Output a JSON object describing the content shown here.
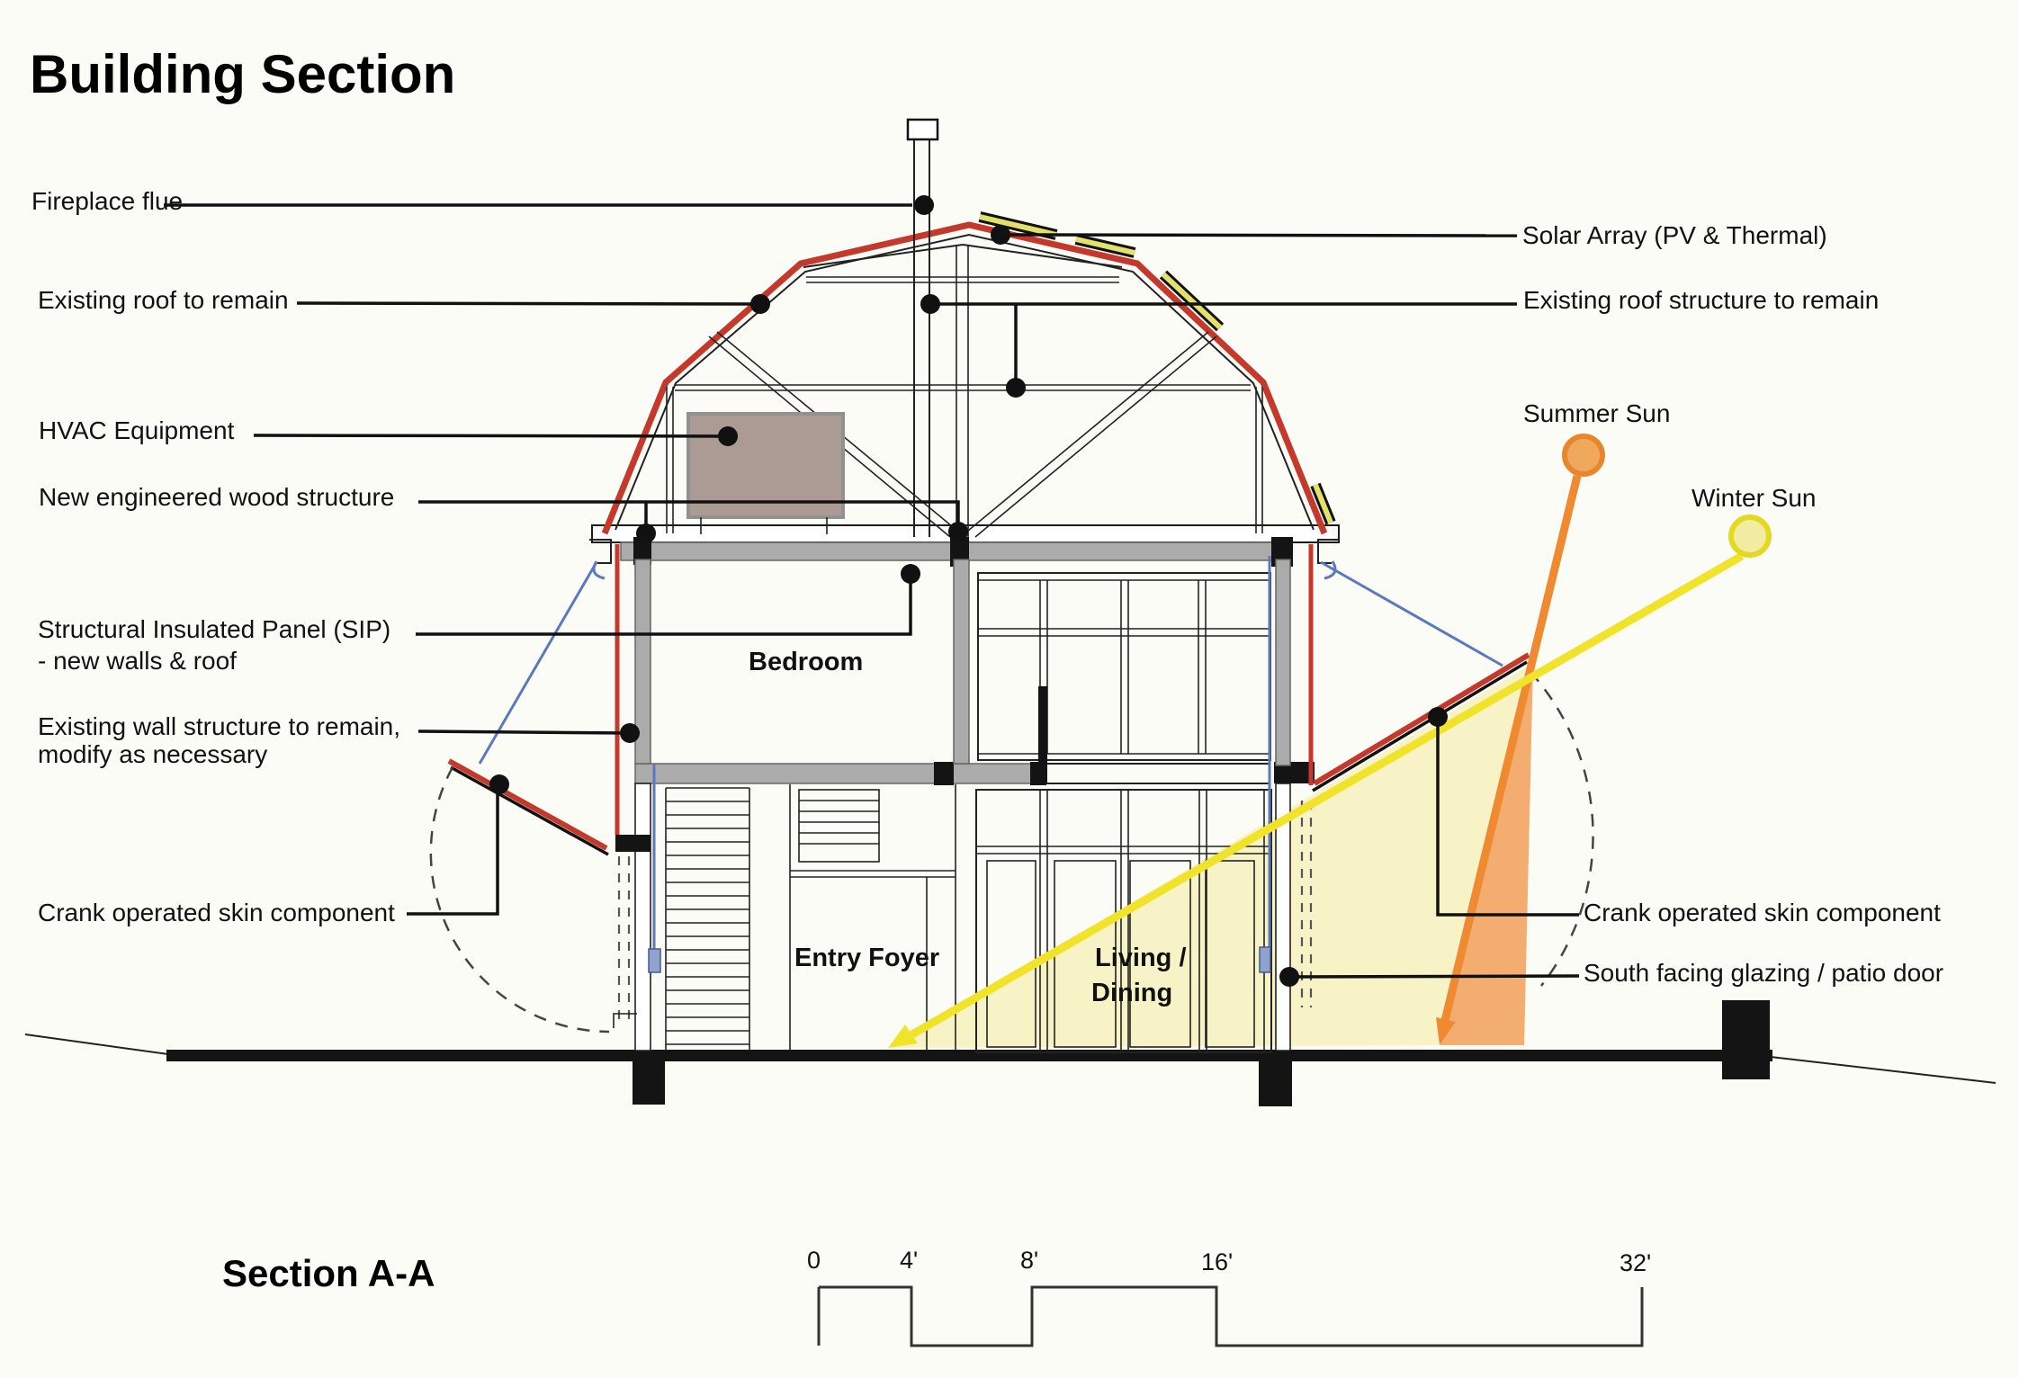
{
  "title": "Building Section",
  "drawing_name": "Section A-A",
  "labels": {
    "fireplace_flue": "Fireplace flue",
    "existing_roof": "Existing roof to remain",
    "hvac": "HVAC Equipment",
    "new_wood": "New engineered wood structure",
    "sip_1": "Structural Insulated Panel (SIP)",
    "sip_2": "- new walls & roof",
    "existing_wall_1": "Existing wall structure to remain,",
    "existing_wall_2": "modify as necessary",
    "crank_left": "Crank operated skin component",
    "solar_array": "Solar Array (PV & Thermal)",
    "existing_roof_structure": "Existing roof structure to remain",
    "summer_sun": "Summer Sun",
    "winter_sun": "Winter Sun",
    "crank_right": "Crank operated skin component",
    "south_glazing": "South facing glazing / patio door"
  },
  "rooms": {
    "bedroom": "Bedroom",
    "entry_foyer": "Entry Foyer",
    "living_1": "Living /",
    "living_2": "Dining"
  },
  "scale_bar": {
    "ticks": [
      "0",
      "4'",
      "8'",
      "16'",
      "32'"
    ]
  },
  "colors": {
    "roof_red": "#c4392c",
    "accent_blue": "#5b79be",
    "summer_sun_stroke": "#e8862e",
    "summer_sun_fill": "#f0a85c",
    "winter_sun_stroke": "#e3d922",
    "winter_sun_fill": "#f2eca2",
    "summer_ray": "#ef8a31",
    "winter_ray": "#f0e32a",
    "winter_light_fill": "#f7f3c6",
    "summer_light_fill": "#f4ad71",
    "solar_panel": "#e3e06b",
    "hvac_fill": "#ac9b94"
  }
}
